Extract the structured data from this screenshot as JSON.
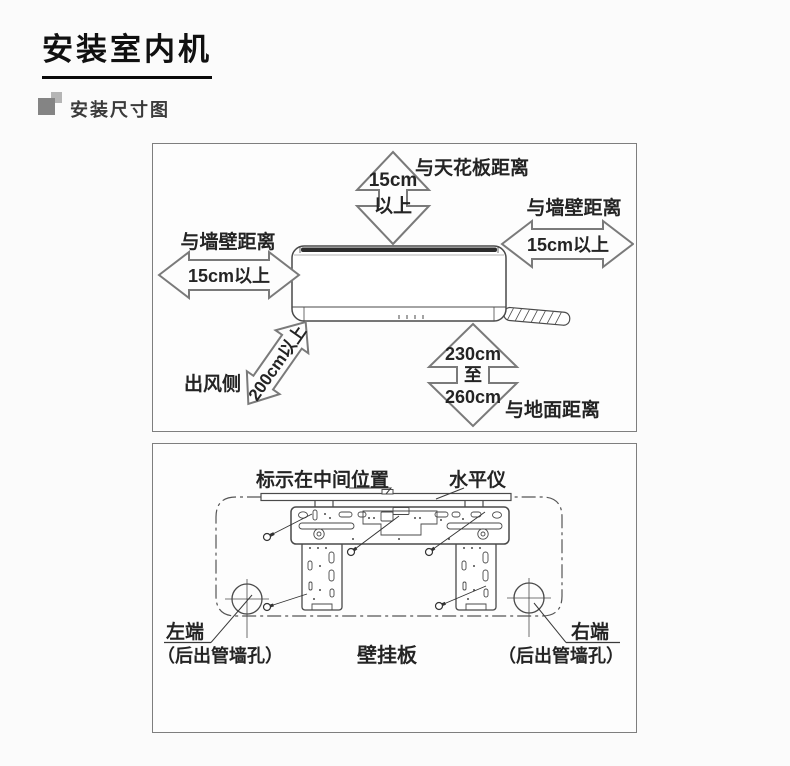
{
  "page": {
    "title": "安装室内机",
    "section_label": "安装尺寸图"
  },
  "top_diagram": {
    "ceiling_label": "与天花板距离",
    "ceiling_value_1": "15cm",
    "ceiling_value_2": "以上",
    "right_wall_label": "与墙壁距离",
    "right_wall_value": "15cm以上",
    "left_wall_label": "与墙壁距离",
    "left_wall_value": "15cm以上",
    "outlet_label": "出风侧",
    "outlet_value": "200cm以上",
    "floor_value_1": "230cm",
    "floor_value_2": "至",
    "floor_value_3": "260cm",
    "floor_label": "与地面距离"
  },
  "bottom_diagram": {
    "center_mark_label": "标示在中间位置",
    "level_label": "水平仪",
    "left_end_label": "左端",
    "left_end_note": "（后出管墙孔）",
    "plate_label": "壁挂板",
    "right_end_label": "右端",
    "right_end_note": "（后出管墙孔）"
  },
  "colors": {
    "line": "#4a4a4a",
    "arrow_outline": "#7a7a7a",
    "text": "#242424",
    "icon_dark": "#848484",
    "icon_light": "#b5b5b5",
    "box_border": "#7e7e7e"
  }
}
